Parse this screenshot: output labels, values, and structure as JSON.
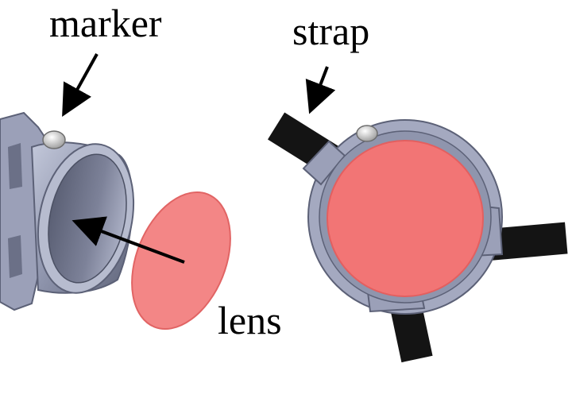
{
  "labels": {
    "marker": "marker",
    "strap": "strap",
    "lens": "lens"
  },
  "colors": {
    "housing": "#8f95ad",
    "housing_dark": "#5c6177",
    "housing_light": "#c3c8da",
    "lens": "#f17474",
    "lens_edge": "#e35f5f",
    "strap": "#141414",
    "arrow": "#000000",
    "marker_ball": "#d8d8d8"
  }
}
